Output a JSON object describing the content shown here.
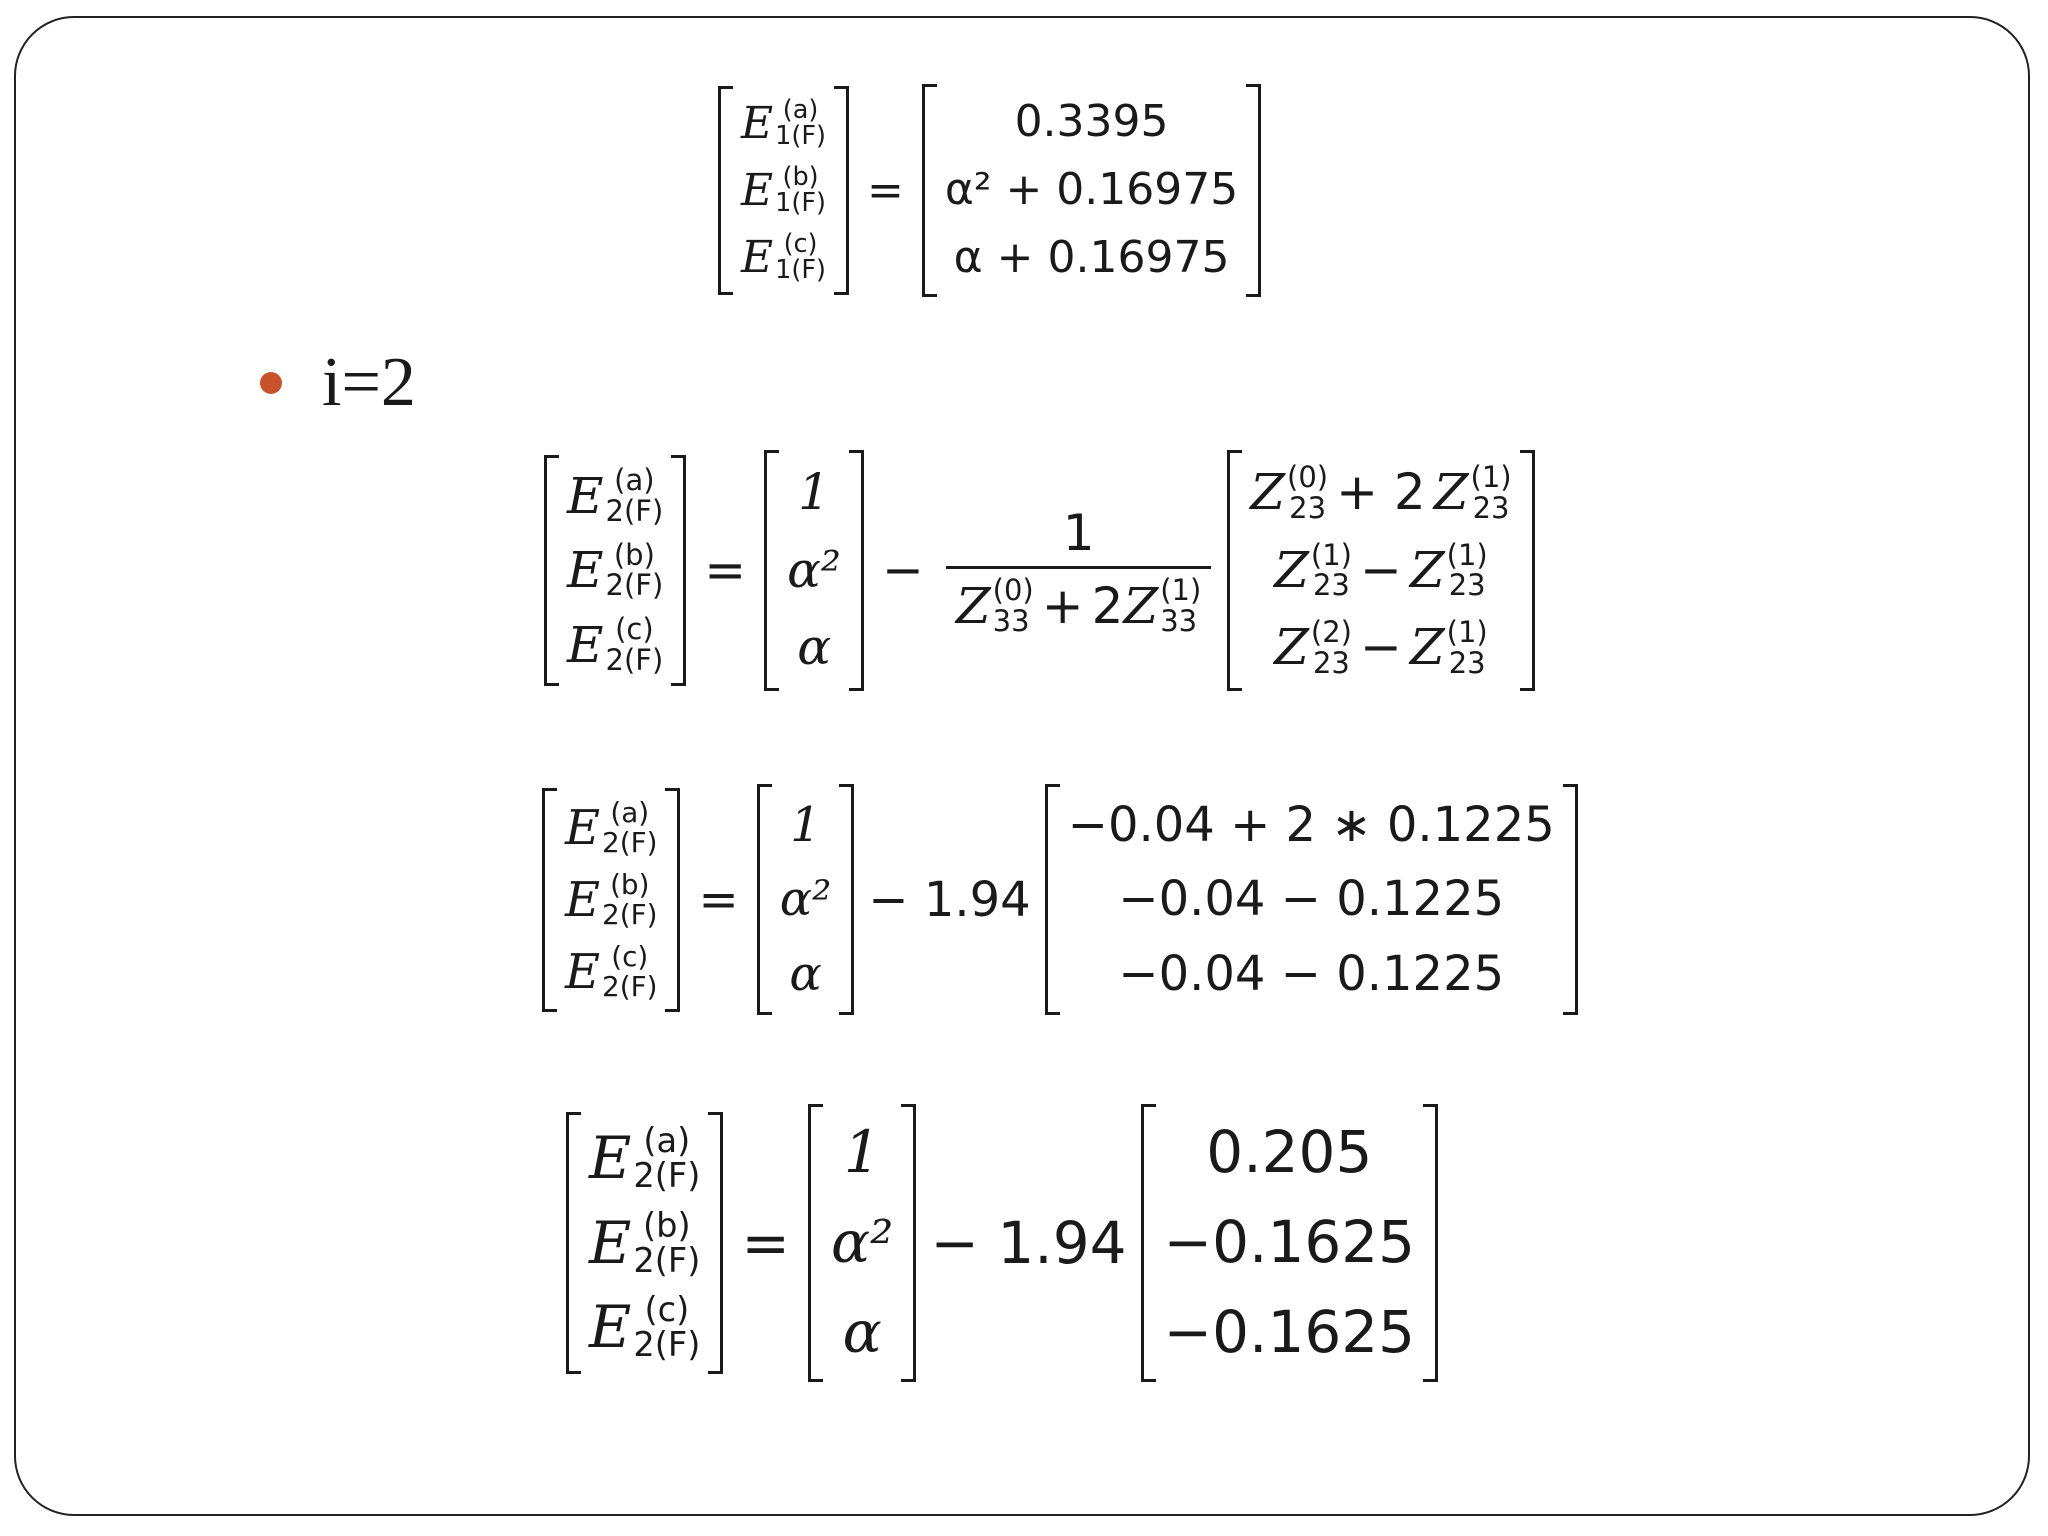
{
  "bullet": {
    "text": "i=2"
  },
  "lhs": {
    "e": "E",
    "phases": [
      "(a)",
      "(b)",
      "(c)"
    ],
    "sub_i1": "1(F)",
    "sub_i2": "2(F)"
  },
  "row1": {
    "rhs": [
      "0.3395",
      "α² + 0.16975",
      "α + 0.16975"
    ]
  },
  "ops": {
    "eq": "=",
    "minus": "−",
    "plus": "+"
  },
  "unit_vector": [
    "1",
    "α²",
    "α"
  ],
  "row2": {
    "num": "1",
    "z": "Z",
    "coef2": "2",
    "den_sup0": "(0)",
    "den_sup1": "(1)",
    "den_sub": "33",
    "mat_sub": "23",
    "mat_rows": [
      {
        "s1": "(0)",
        "op": "+ 2",
        "s2": "(1)"
      },
      {
        "s1": "(1)",
        "op": "−",
        "s2": "(1)"
      },
      {
        "s1": "(2)",
        "op": "−",
        "s2": "(1)"
      }
    ]
  },
  "row3": {
    "coef": "− 1.94",
    "rhs": [
      "−0.04 + 2 ∗ 0.1225",
      "−0.04 − 0.1225",
      "−0.04 − 0.1225"
    ]
  },
  "row4": {
    "coef": "− 1.94",
    "rhs": [
      "0.205",
      "−0.1625",
      "−0.1625"
    ]
  }
}
